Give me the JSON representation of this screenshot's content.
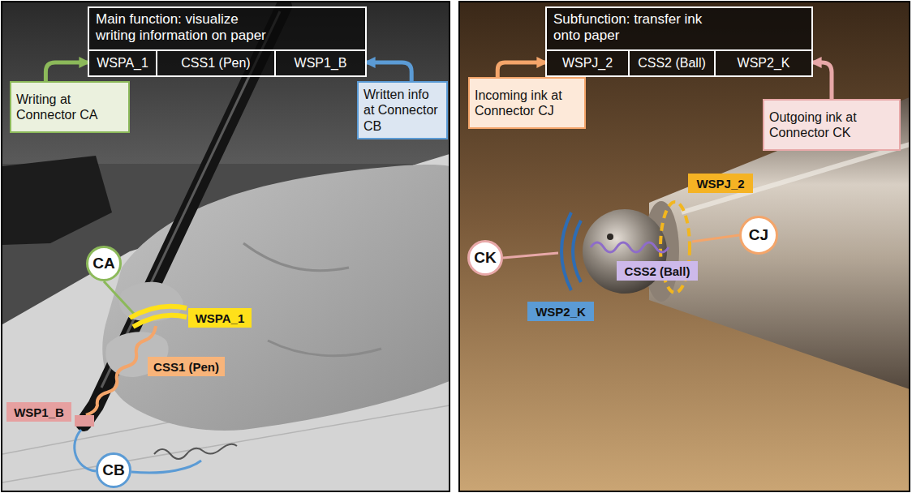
{
  "diagram": {
    "nodes": [
      {
        "text": [
          "Main function: visualize writing information on paper"
        ]
      },
      {
        "text": [
          "WSPA_1"
        ],
        "in": 0
      },
      {
        "text": [
          "CSS1 (Pen)"
        ],
        "in": 0
      },
      {
        "text": [
          "WSP1_B"
        ],
        "in": 0
      },
      {
        "text": [
          "Writing at Connector CA"
        ]
      },
      {
        "text": [
          "Written info at Connector CB"
        ]
      },
      {
        "text": [
          "CA"
        ]
      },
      {
        "text": [
          "WSPA_1"
        ]
      },
      {
        "text": [
          "CSS1 (Pen)"
        ]
      },
      {
        "text": [
          "WSP1_B"
        ]
      },
      {
        "text": [
          "CB"
        ]
      },
      {
        "text": [
          "Subfunction: transfer ink onto paper"
        ]
      },
      {
        "text": [
          "WSPJ_2"
        ],
        "in": 11
      },
      {
        "text": [
          "CSS2 (Ball)"
        ],
        "in": 11
      },
      {
        "text": [
          "WSP2_K"
        ],
        "in": 11
      },
      {
        "text": [
          "Incoming ink at Connector CJ"
        ]
      },
      {
        "text": [
          "Outgoing ink at Connector CK"
        ]
      },
      {
        "text": [
          "CK"
        ]
      },
      {
        "text": [
          "WSPJ_2"
        ]
      },
      {
        "text": [
          "CJ"
        ]
      },
      {
        "text": [
          "CSS2 (Ball)"
        ]
      },
      {
        "text": [
          "WSP2_K"
        ]
      }
    ],
    "edges": [
      {
        "from": 4,
        "to": 1,
        "arrow": "to"
      },
      {
        "from": 5,
        "to": 3,
        "arrow": "to"
      },
      {
        "from": 15,
        "to": 12,
        "arrow": "to"
      },
      {
        "from": 16,
        "to": 14,
        "arrow": "to"
      }
    ]
  }
}
